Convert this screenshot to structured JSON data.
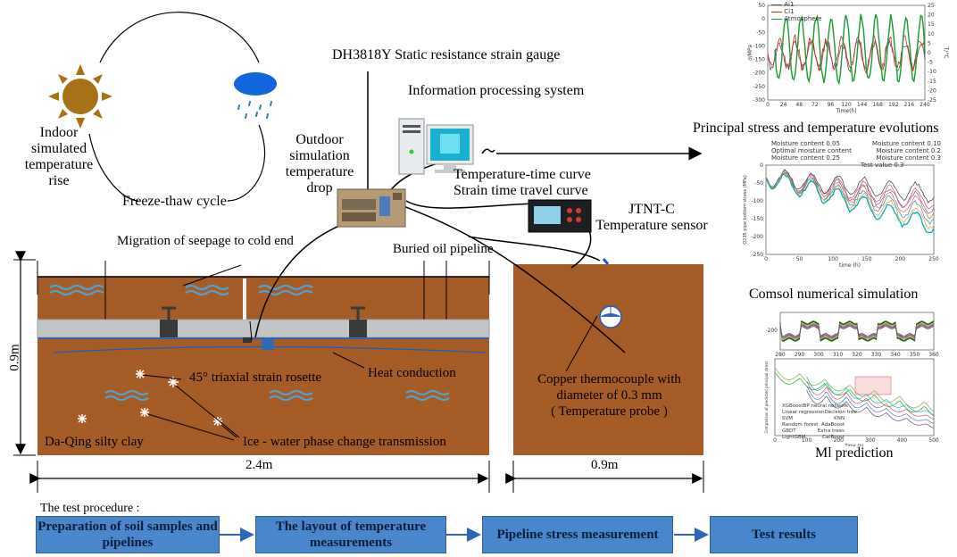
{
  "top_left": {
    "indoor": [
      "Indoor",
      "simulated",
      "temperature",
      "rise"
    ],
    "outdoor": [
      "Outdoor",
      "simulation",
      "temperature",
      "drop"
    ],
    "cycle": "Freeze-thaw cycle"
  },
  "equipment": {
    "strain_gauge": "DH3818Y Static resistance strain gauge",
    "info_system": "Information processing system",
    "curves": [
      "Temperature-time curve",
      "Strain time travel curve"
    ],
    "sensor": [
      "JTNT-C",
      "Temperature sensor"
    ]
  },
  "soil_box": {
    "migration": "Migration of seepage to cold end",
    "pipeline": "Buried oil pipeline",
    "rosette": "45° triaxial strain rosette",
    "heat": "Heat conduction",
    "clay": "Da-Qing silty clay",
    "ice": "Ice - water phase change transmission",
    "width": "2.4m",
    "height": "0.9m"
  },
  "probe_box": {
    "copper": [
      "Copper thermocouple with",
      "diameter of 0.3 mm",
      "( Temperature probe )"
    ],
    "width": "0.9m"
  },
  "right_panels": {
    "principal_title": "Principal stress and temperature evolutions",
    "comsol_title": "Comsol numerical simulation",
    "ml_title": "Ml prediction"
  },
  "procedure": {
    "title": "The test procedure :",
    "steps": [
      "Preparation of soil samples and pipelines",
      "The layout of temperature measurements",
      "Pipeline stress measurement",
      "Test results"
    ]
  },
  "chart_data": [
    {
      "type": "line",
      "legend": [
        "Ai1",
        "Ci1",
        "Atmosphere"
      ],
      "x_ticks": [
        "0",
        "24",
        "48",
        "72",
        "96",
        "120",
        "144",
        "168",
        "192",
        "216",
        "240"
      ],
      "y_ticks": [
        "50",
        "0",
        "-50",
        "-100",
        "-150",
        "-200",
        "-250",
        "-300"
      ],
      "y2_ticks": [
        "25",
        "20",
        "15",
        "10",
        "5",
        "0",
        "-5",
        "-10",
        "-15",
        "-20",
        "-25"
      ],
      "xlabel": "Time(h)",
      "ylabel": "σ/MPa",
      "y2label": "T/°C",
      "colors": [
        "#555555",
        "#d02020",
        "#1a9a30"
      ]
    },
    {
      "type": "line",
      "legend": [
        "Moisture content 0.05",
        "Moisture content 0.10",
        "Optimal moisture content",
        "Moisture content 0.2",
        "Moisture content 0.25",
        "Moisture content 0.3",
        "Test value 0.3"
      ],
      "x_ticks": [
        "0",
        "50",
        "100",
        "150",
        "200",
        "250"
      ],
      "y_ticks": [
        "0",
        "-50",
        "-100",
        "-150",
        "-200",
        "-250"
      ],
      "xlabel": "time (h)",
      "ylabel": "Q235 pipe bottom stress (MPa)",
      "colors": [
        "#333333",
        "#d04a6a",
        "#8a5ab0",
        "#c07a30",
        "#4a78c8",
        "#e0a030",
        "#00b0b0"
      ]
    },
    {
      "type": "line",
      "x_ticks": [
        "280",
        "290",
        "300",
        "310",
        "320",
        "330",
        "340",
        "350",
        "360"
      ],
      "y_ticks": [
        "-200"
      ]
    },
    {
      "type": "line",
      "legend": [
        "XGBoost",
        "BP neural network",
        "Linear regression",
        "Decision tree",
        "SVM",
        "KNN",
        "Random forest",
        "AdaBoost",
        "GBDT",
        "Extra trees",
        "LightGBM",
        "CatBoost"
      ],
      "x_ticks": [
        "0",
        "100",
        "200",
        "300",
        "400",
        "500"
      ],
      "xlabel": "Time (h)",
      "ylabel": "Comparison of predicted principal stress"
    }
  ]
}
